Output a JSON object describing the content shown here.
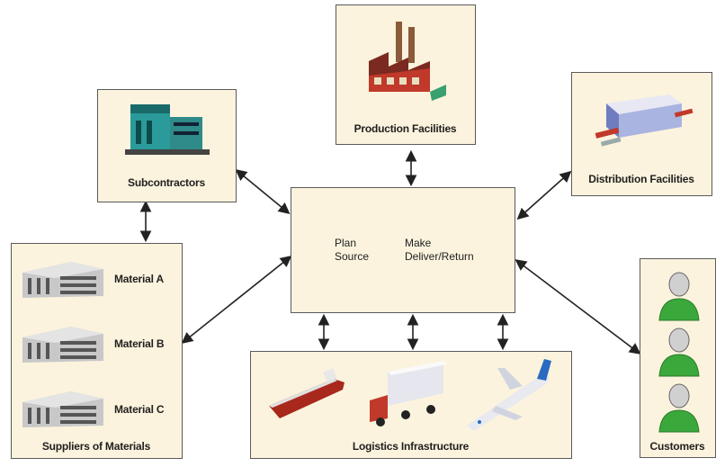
{
  "nodes": {
    "production": {
      "label": "Production Facilities",
      "icon": "factory-icon"
    },
    "subcontractors": {
      "label": "Subcontractors",
      "icon": "machinery-icon"
    },
    "distribution": {
      "label": "Distribution Facilities",
      "icon": "conveyor-icon"
    },
    "center": {
      "plan": "Plan",
      "source": "Source",
      "make": "Make",
      "deliver": "Deliver/Return"
    },
    "suppliers": {
      "label": "Suppliers of Materials",
      "materials": [
        "Material A",
        "Material B",
        "Material C"
      ],
      "icon": "building-icon"
    },
    "logistics": {
      "label": "Logistics Infrastructure",
      "icons": [
        "ship-icon",
        "truck-icon",
        "airplane-icon"
      ]
    },
    "customers": {
      "label": "Customers",
      "icon": "person-icon"
    }
  },
  "colors": {
    "box_fill": "#fbf3dd",
    "border": "#5a5a5a",
    "customer_green": "#3aa83a",
    "factory_red": "#c0392b"
  }
}
